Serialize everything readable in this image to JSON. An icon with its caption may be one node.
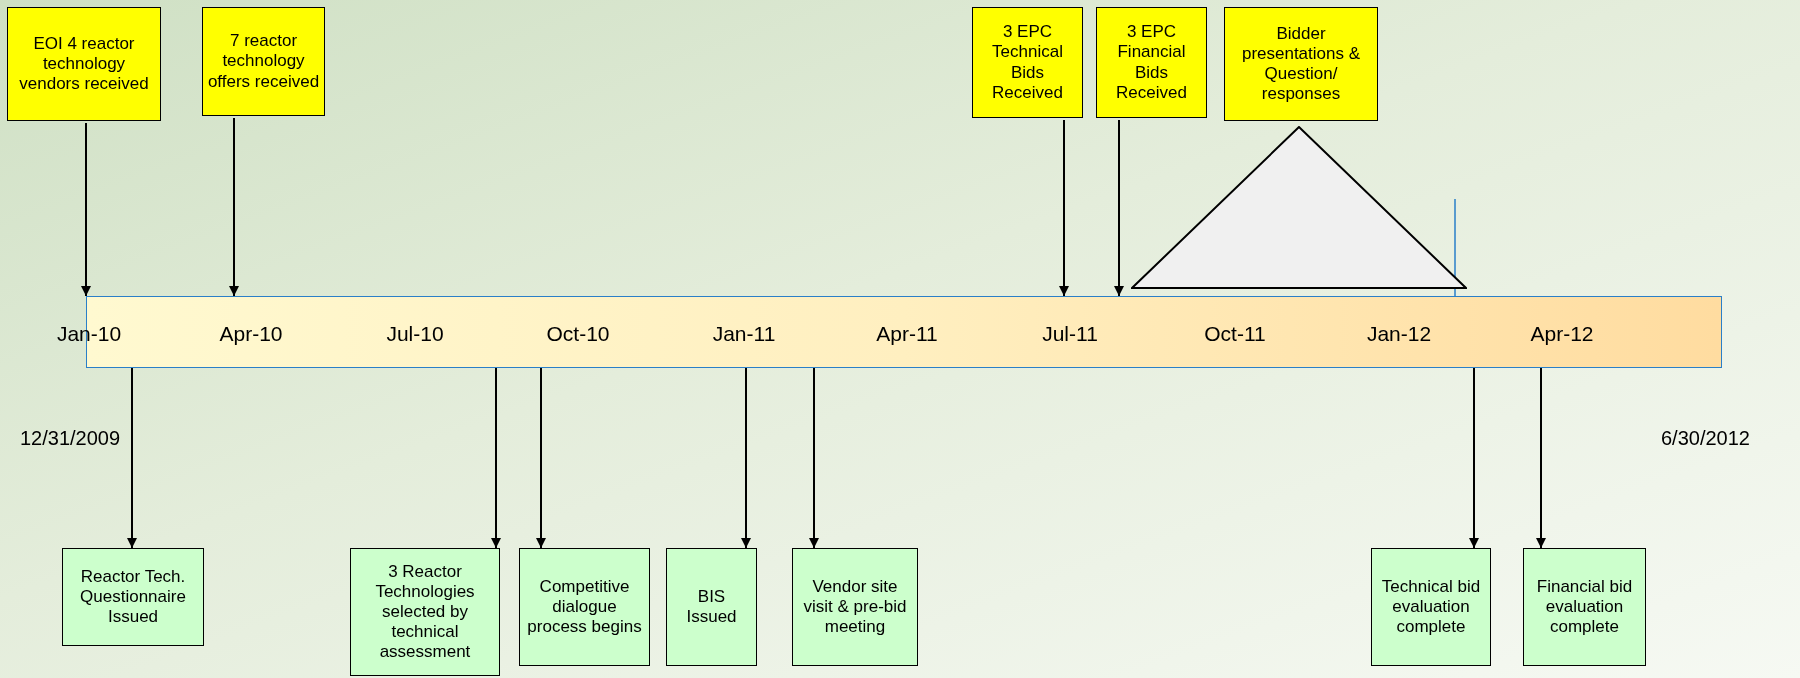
{
  "diagram": {
    "nodes": [
      {
        "text": [
          "Jan-10",
          "Apr-10",
          "Jul-10",
          "Oct-10",
          "Jan-11",
          "Apr-11",
          "Jul-11",
          "Oct-11",
          "Jan-12",
          "Apr-12"
        ]
      },
      {
        "text": [
          "EOI 4 reactor technology vendors received"
        ]
      },
      {
        "text": [
          "7 reactor technology offers received"
        ]
      },
      {
        "text": [
          "3 EPC Technical Bids Received"
        ]
      },
      {
        "text": [
          "3 EPC Financial Bids Received"
        ]
      },
      {
        "text": [
          "Bidder presentations & Question/ responses"
        ]
      },
      {
        "text": [],
        "shape": "triangle"
      },
      {
        "text": [
          "Reactor Tech. Questionnaire Issued"
        ]
      },
      {
        "text": [
          "3 Reactor Technologies selected by technical assessment"
        ]
      },
      {
        "text": [
          "Competitive dialogue process begins"
        ]
      },
      {
        "text": [
          "BIS Issued"
        ]
      },
      {
        "text": [
          "Vendor site visit & pre-bid meeting"
        ]
      },
      {
        "text": [
          "Technical bid evaluation complete"
        ]
      },
      {
        "text": [
          "Financial bid evaluation complete"
        ]
      }
    ],
    "edges": [
      {
        "from": 1,
        "to": 0,
        "arrow": "to"
      },
      {
        "from": 2,
        "to": 0,
        "arrow": "to"
      },
      {
        "from": 3,
        "to": 0,
        "arrow": "to"
      },
      {
        "from": 4,
        "to": 0,
        "arrow": "to"
      },
      {
        "from": 0,
        "to": 7,
        "arrow": "to"
      },
      {
        "from": 0,
        "to": 8,
        "arrow": "to"
      },
      {
        "from": 0,
        "to": 9,
        "arrow": "to"
      },
      {
        "from": 0,
        "to": 10,
        "arrow": "to"
      },
      {
        "from": 0,
        "to": 11,
        "arrow": "to"
      },
      {
        "from": 0,
        "to": 12,
        "arrow": "to"
      },
      {
        "from": 0,
        "to": 13,
        "arrow": "to"
      }
    ],
    "labels": [
      "12/31/2009",
      "6/30/2012"
    ]
  }
}
